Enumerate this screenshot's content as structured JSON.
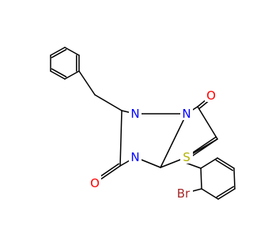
{
  "diagram": {
    "type": "chemical-structure",
    "colors": {
      "bond": "#000000",
      "O": "#ff0000",
      "N": "#0000ff",
      "S": "#b2b200",
      "Br": "#a52a2a"
    },
    "atoms": {
      "o_top": "O",
      "n_upper": "N",
      "n_bridge": "N",
      "n_lower": "N",
      "s_ring": "S",
      "br": "Br",
      "o_bottom": "O"
    }
  }
}
